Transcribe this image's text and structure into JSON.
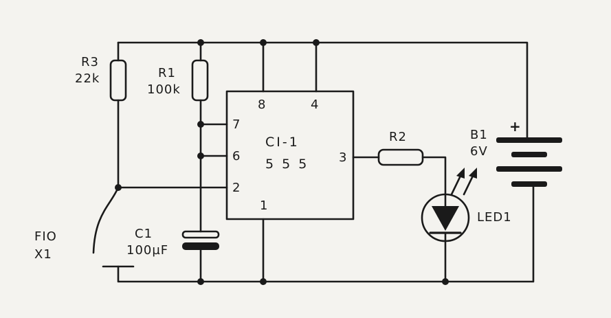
{
  "components": {
    "ic": {
      "designator": "CI-1",
      "part": "5 5 5"
    },
    "pins": {
      "p8": "8",
      "p4": "4",
      "p7": "7",
      "p6": "6",
      "p2": "2",
      "p3": "3",
      "p1": "1"
    },
    "r3": {
      "designator": "R3",
      "value": "22k"
    },
    "r1": {
      "designator": "R1",
      "value": "100k"
    },
    "r2": {
      "designator": "R2"
    },
    "c1": {
      "designator": "C1",
      "value": "100µF"
    },
    "battery": {
      "designator": "B1",
      "value": "6V",
      "polarity": "+"
    },
    "led": {
      "designator": "LED1"
    },
    "probe": {
      "line1": "FIO",
      "line2": "X1"
    }
  }
}
